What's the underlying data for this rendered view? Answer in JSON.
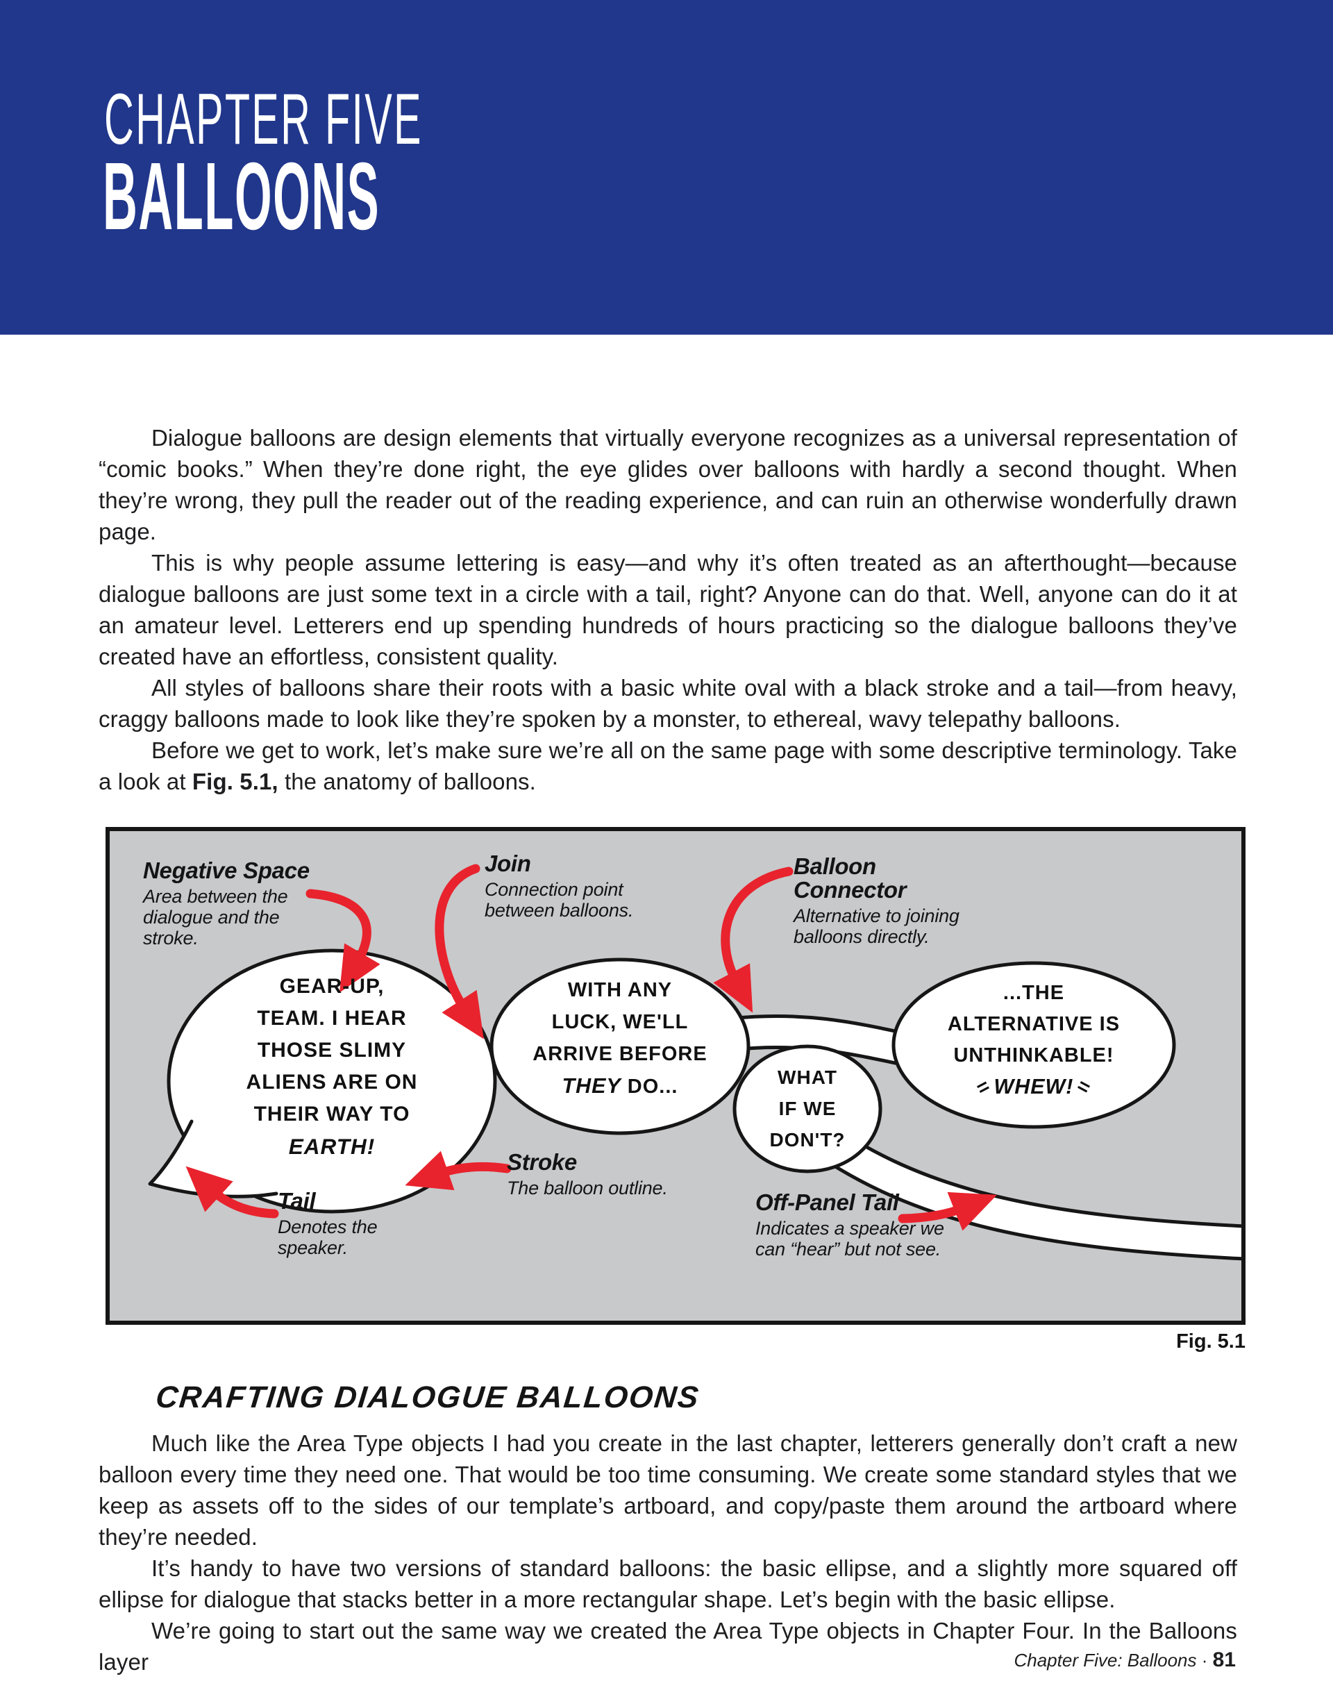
{
  "header": {
    "bg_color": "#21378B",
    "kicker": "CHAPTER FIVE",
    "title": "BALLOONS"
  },
  "intro": {
    "p1": "Dialogue balloons are design elements that virtually everyone recognizes as a universal representation of “comic books.” When they’re done right, the eye glides over balloons with hardly a second thought. When they’re wrong, they pull the reader out of the reading experience, and can ruin an otherwise wonderfully drawn page.",
    "p2": "This is why people assume lettering is easy—and why it’s often treated as an afterthought—because dialogue balloons are just some text in a circle with a tail, right? Anyone can do that. Well, anyone can do it at an amateur level. Letterers end up spending hundreds of hours practicing so the dialogue balloons they’ve created have an effortless, consistent quality.",
    "p3": "All styles of balloons share their roots with a basic white oval with a black stroke and a tail—from heavy, craggy balloons made to look like they’re spoken by a monster, to ethereal, wavy telepathy balloons.",
    "p4_before": "Before we get to work, let’s make sure we’re all on the same page with some descriptive terminology. Take a look at ",
    "p4_fig": "Fig. 5.1,",
    "p4_after": " the anatomy of balloons."
  },
  "figure": {
    "bg_color": "#C8C9CB",
    "arrow_color": "#E8232D",
    "caption": "Fig. 5.1",
    "labels": {
      "negative_space": {
        "title": "Negative Space",
        "d1": "Area between the",
        "d2": "dialogue and the",
        "d3": "stroke."
      },
      "join": {
        "title": "Join",
        "d1": "Connection point",
        "d2": "between balloons."
      },
      "balloon_connector": {
        "t1": "Balloon",
        "t2": "Connector",
        "d1": "Alternative to joining",
        "d2": "balloons directly."
      },
      "stroke": {
        "title": "Stroke",
        "d1": "The balloon outline."
      },
      "tail": {
        "title": "Tail",
        "d1": "Denotes the",
        "d2": "speaker."
      },
      "off_panel_tail": {
        "title": "Off-Panel Tail",
        "d1": "Indicates a speaker we",
        "d2": "can “hear” but not see."
      }
    },
    "balloons": {
      "b1": {
        "l1": "GEAR-UP,",
        "l2": "TEAM. I HEAR",
        "l3": "THOSE SLIMY",
        "l4": "ALIENS ARE ON",
        "l5": "THEIR WAY TO",
        "l6_em": "EARTH!"
      },
      "b2": {
        "l1": "WITH ANY",
        "l2": "LUCK, WE'LL",
        "l3": "ARRIVE BEFORE",
        "l4_em": "THEY",
        "l4_rest": " DO..."
      },
      "b3": {
        "l1": "WHAT",
        "l2": "IF WE",
        "l3": "DON'T?"
      },
      "b4": {
        "l1": "...THE",
        "l2": "ALTERNATIVE IS",
        "l3": "UNTHINKABLE!",
        "l4_em": "WHEW!",
        "breath": "="
      }
    }
  },
  "section": {
    "heading": "CRAFTING DIALOGUE BALLOONS",
    "p1": "Much like the Area Type objects I had you create in the last chapter, letterers generally don’t craft a new balloon every time they need one. That would be too time consuming. We create some standard styles that we keep as assets off to the sides of our template’s artboard, and copy/paste them around the artboard where they’re needed.",
    "p2": "It’s handy to have two versions of standard balloons: the basic ellipse, and a slightly more squared off ellipse for dialogue that stacks better in a more rectangular shape. Let’s begin with the basic ellipse.",
    "p3": "We’re going to start out the same way we created the Area Type objects in Chapter Four. In the Balloons layer"
  },
  "footer": {
    "chapter": "Chapter Five: Balloons",
    "separator": " · ",
    "page_number": "81"
  }
}
